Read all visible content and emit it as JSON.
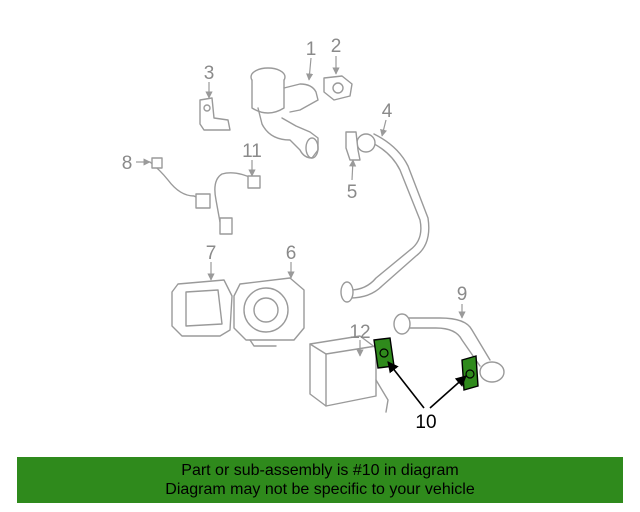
{
  "callouts": {
    "c1": "1",
    "c2": "2",
    "c3": "3",
    "c4": "4",
    "c5": "5",
    "c6": "6",
    "c7": "7",
    "c8": "8",
    "c9": "9",
    "c10": "10",
    "c11": "11",
    "c12": "12"
  },
  "highlight_part": "10",
  "colors": {
    "banner": "#2f8a1c",
    "highlight": "#2f8a1c",
    "line_art": "#9a9a9a"
  },
  "banner": {
    "line1": "Part or sub-assembly is #10 in diagram",
    "line2": "Diagram may not be specific to your vehicle"
  }
}
